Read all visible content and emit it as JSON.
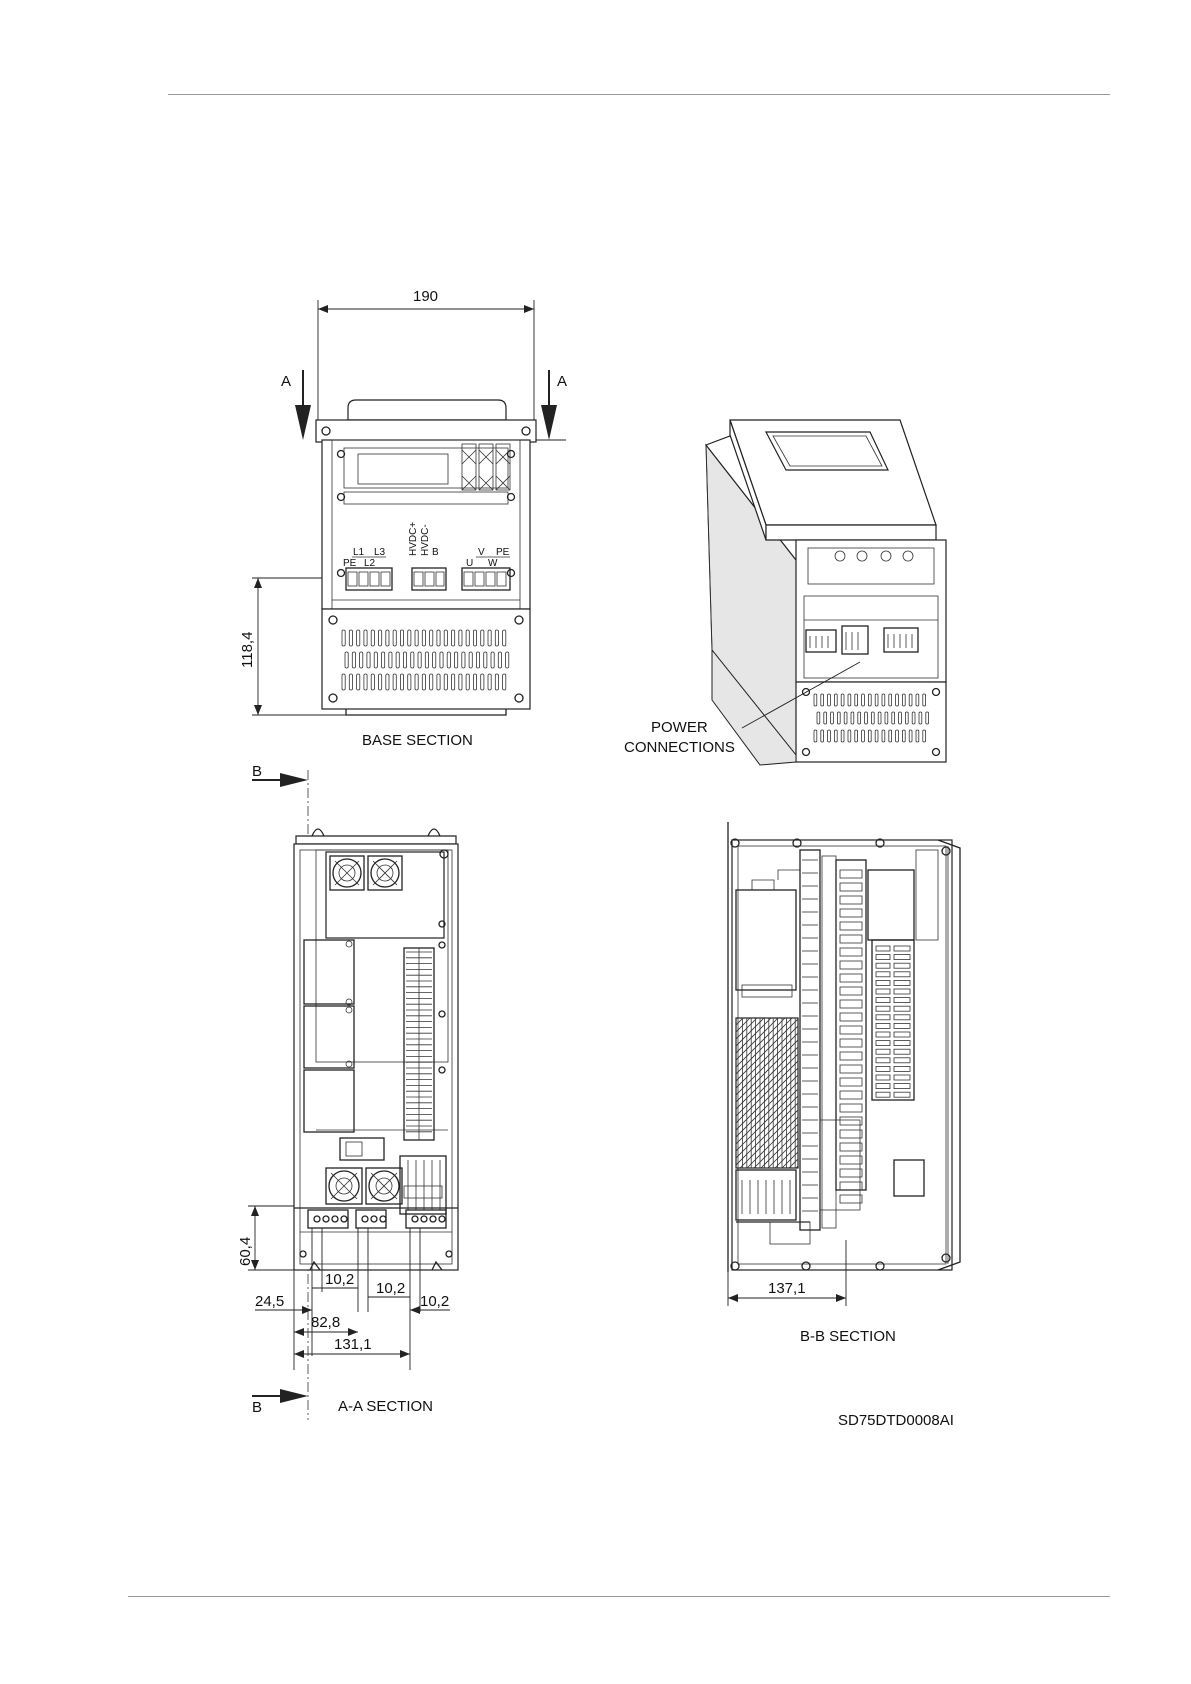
{
  "base_section": {
    "title": "BASE SECTION",
    "width_dim": "190",
    "height_dim": "118,4",
    "arrow_left": "A",
    "arrow_right": "A",
    "terminal_labels": {
      "l1": "L1",
      "l3": "L3",
      "pe_left": "PE",
      "l2": "L2",
      "hvdc_plus": "HVDC+",
      "hvdc_minus": "HVDC-",
      "b": "B",
      "v": "V",
      "pe_right": "PE",
      "u": "U",
      "w": "W"
    }
  },
  "iso_view": {
    "callout": "POWER\nCONNECTIONS",
    "callout_line1": "POWER",
    "callout_line2": "CONNECTIONS"
  },
  "aa_section": {
    "title": "A-A SECTION",
    "arrow_top": "B",
    "arrow_bottom": "B",
    "dims": {
      "height": "60,4",
      "d1": "10,2",
      "d2": "10,2",
      "d3": "10,2",
      "left_offset": "24,5",
      "mid": "82,8",
      "total": "131,1"
    }
  },
  "bb_section": {
    "title": "B-B SECTION",
    "depth_dim": "137,1"
  },
  "drawing_code": "SD75DTD0008AI"
}
